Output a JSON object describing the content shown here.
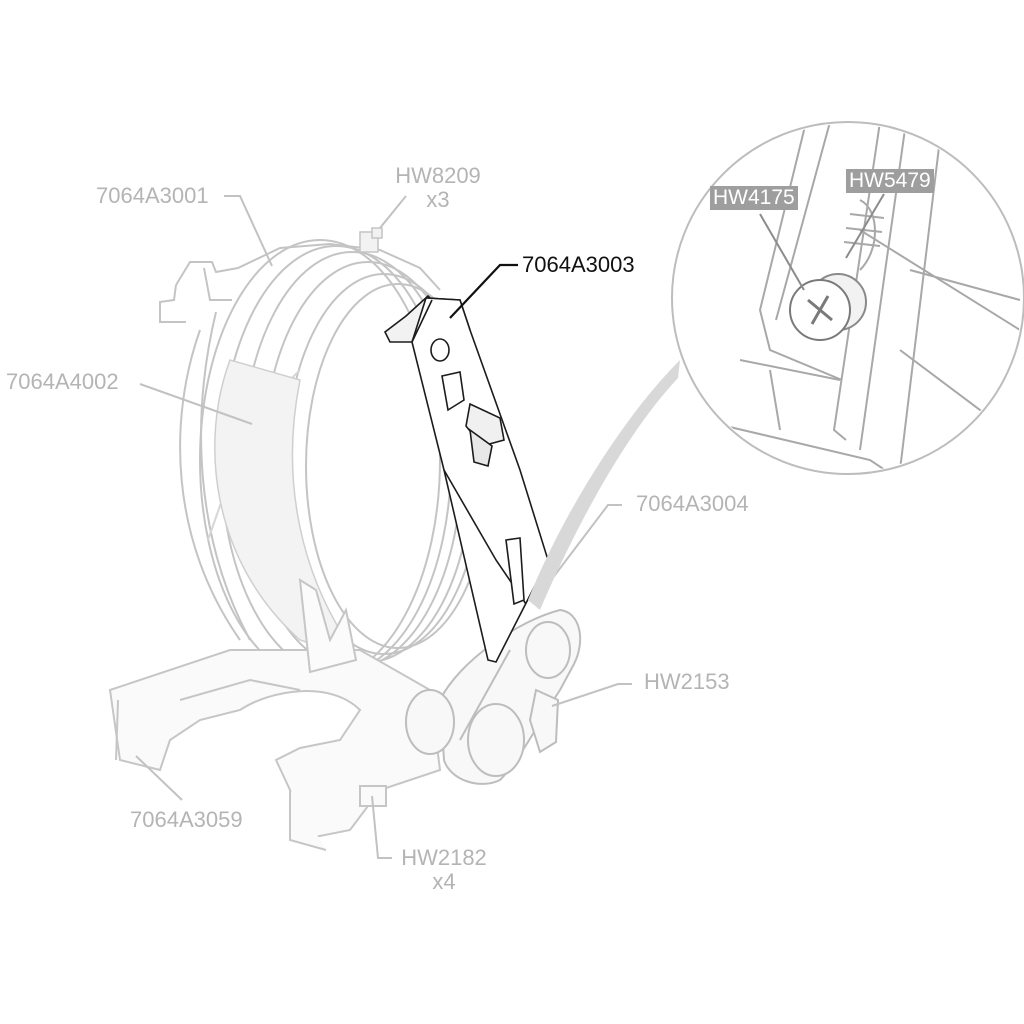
{
  "colors": {
    "background": "#ffffff",
    "faded_part": "#b8b8b8",
    "highlight_part": "#1a1a1a",
    "label_faded": "#b4b4b4",
    "label_active": "#111111",
    "detail_tag_bg": "#9e9e9e",
    "detail_tag_text": "#ffffff"
  },
  "labels": {
    "ring_part": "7064A3001",
    "screw_top": "HW8209",
    "screw_top_qty": "x3",
    "highlighted_arm": "7064A3003",
    "ring_insert": "7064A4002",
    "link_part": "7064A3004",
    "pivot": "HW2153",
    "base": "7064A3059",
    "base_screws": "HW2182",
    "base_screws_qty": "x4",
    "detail_screw": "HW4175",
    "detail_washer": "HW5479"
  }
}
